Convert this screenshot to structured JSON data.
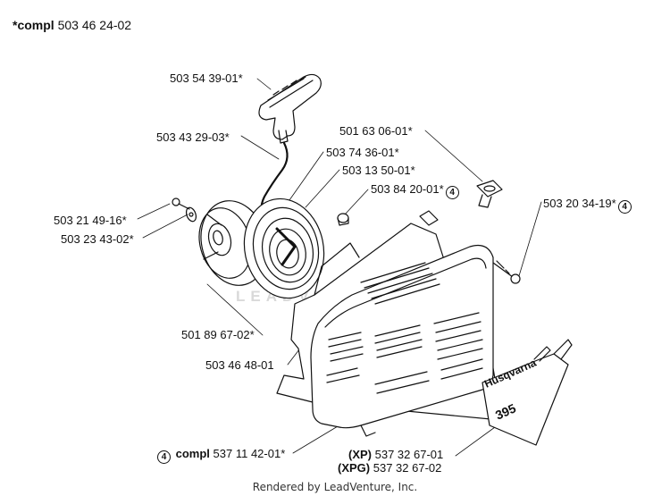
{
  "header": {
    "prefix": "*compl",
    "part_number": "503 46 24-02"
  },
  "labels": {
    "handle": "503 54 39-01*",
    "cord": "503 43 29-03*",
    "spring_cassette": "503 74 36-01*",
    "rope_pulley": "503 13 50-01*",
    "guide_bushing": "503 84 20-01*",
    "guide_bushing_ref": "4",
    "eyelet": "501 63 06-01*",
    "center_screw": "503 21 49-16*",
    "washer": "503 23 43-02*",
    "cover_screw": "503 20 34-19*",
    "cover_screw_ref": "4",
    "pawl_hub": "501 89 67-02*",
    "fan_housing_plate": "503 46 48-01",
    "starter_compl_ref": "4",
    "starter_compl_prefix": "compl",
    "starter_compl": "537 11 42-01*",
    "decal_xp_prefix": "(XP)",
    "decal_xp": "537 32 67-01",
    "decal_xpg_prefix": "(XPG)",
    "decal_xpg": "537 32 67-02"
  },
  "decal_text": {
    "brand": "Husqvarna",
    "model": "395"
  },
  "watermark": "LEADVENTURE",
  "footer": "Rendered by LeadVenture, Inc."
}
